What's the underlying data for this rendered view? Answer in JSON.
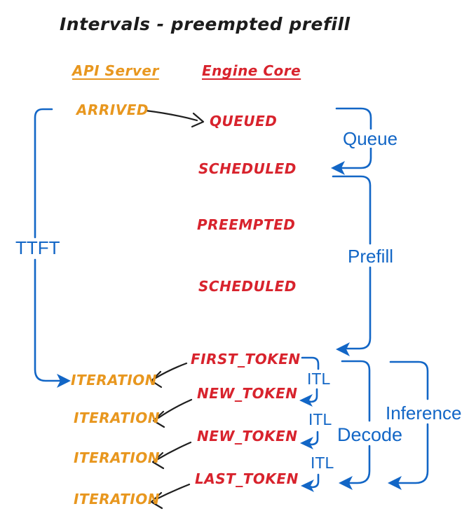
{
  "title": "Intervals - preempted prefill",
  "headers": {
    "api_server": "API Server",
    "engine_core": "Engine Core"
  },
  "api_events": {
    "arrived": "ARRIVED",
    "iteration1": "ITERATION",
    "iteration2": "ITERATION",
    "iteration3": "ITERATION",
    "iteration4": "ITERATION"
  },
  "engine_events": {
    "queued": "QUEUED",
    "scheduled1": "SCHEDULED",
    "preempted": "PREEMPTED",
    "scheduled2": "SCHEDULED",
    "first_token": "FIRST_TOKEN",
    "new_token1": "NEW_TOKEN",
    "new_token2": "NEW_TOKEN",
    "last_token": "LAST_TOKEN"
  },
  "intervals": {
    "ttft": "TTFT",
    "queue": "Queue",
    "prefill": "Prefill",
    "itl1": "ITL",
    "itl2": "ITL",
    "itl3": "ITL",
    "decode": "Decode",
    "inference": "Inference"
  },
  "colors": {
    "api_server": "#e8971f",
    "engine_core": "#d8232d",
    "interval_blue": "#1266c6",
    "connector_black": "#1f1f1f",
    "background": "#ffffff"
  }
}
